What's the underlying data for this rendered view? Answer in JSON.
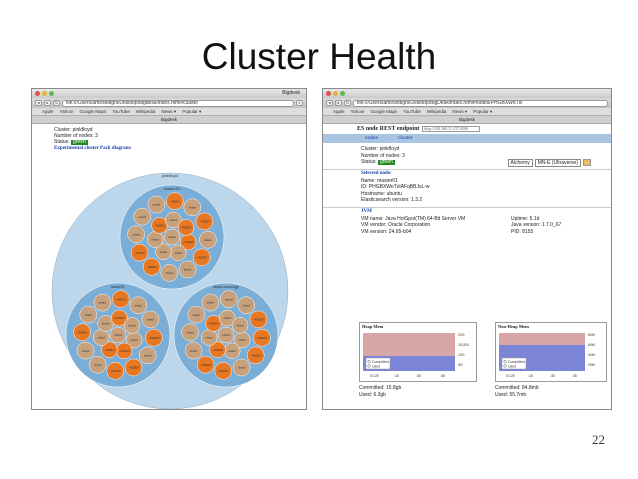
{
  "slide": {
    "title": "Cluster Health",
    "page_number": "22"
  },
  "colors": {
    "circle_outer": "#bcd7ec",
    "circle_inner": "#7aaed6",
    "node_fill": "#e87722",
    "shard_fill": "#c7a07c",
    "heap_committed": "#d7a6a6",
    "heap_used": "#7b84d6",
    "status_green": "#1f8a1f"
  },
  "left": {
    "window_title": "Bigdesk",
    "url": "file:///Users/amirsedighi/Desktop/bigdesk/index.html#cluster",
    "bookmarks": [
      "Apple",
      "Yahoo!",
      "Google Maps",
      "YouTube",
      "Wikipedia",
      "News ▾",
      "Popular ▾"
    ],
    "tab": "Bigdesk",
    "cluster": "Cluster: pinkfloyd",
    "nodes": "Number of nodes: 3",
    "status_label": "Status:",
    "status_value": "green",
    "diagram_title": "Experimental cluster Pack diagram:",
    "pack": {
      "root": "pinkfloyd",
      "groups": [
        "master01",
        "slave01",
        "slave-xmcolgy"
      ],
      "node_label": "~INDEX",
      "shard_label": "shard"
    }
  },
  "right": {
    "window_title": "",
    "url": "file:///Users/amirsedighi/Desktop/BigDesk/index.html#nodes/PHGBXWoTxl",
    "bookmarks": [
      "Apple",
      "Yahoo!",
      "Google Maps",
      "YouTube",
      "Wikipedia",
      "News ▾",
      "Popular ▾"
    ],
    "tab": "Bigdesk",
    "es_header": "ES node REST endpoint",
    "endpoint_value": "http://192.168.11.157:9200",
    "nav": [
      "nodes",
      "cluster"
    ],
    "cluster": "Cluster: pinkfloyd",
    "nodes": "Number of nodes: 3",
    "status_label": "Status:",
    "status_value": "green",
    "selector_a": "Alchemy",
    "selector_b": "MN-E (Ultraverse)",
    "selected_node_title": "Selected node:",
    "node_name": "Name: master01",
    "node_id": "ID: PHGBXWoTxIAFqBBJsL-w",
    "hostname": "Hostname: ubuntu",
    "es_version": "Elasticsearch version: 1.3.2",
    "jvm_title": "JVM",
    "vm_name": "VM name: Java HotSpot(TM) 64-Bit Server VM",
    "vm_vendor": "VM vendor: Oracle Corporation",
    "vm_version": "VM version: 24.65-b04",
    "uptime": "Uptime: 5.1d",
    "java_version": "Java version: 1.7.0_67",
    "pid": "PID: 8155",
    "heap_title": "Heap Mem",
    "nonheap_title": "Non-Heap Mem",
    "legend_committed": "Committed",
    "legend_used": "Used",
    "heap_committed": "Committed: 15.8gb",
    "heap_used": "Used: 6.3gb",
    "nonheap_committed": "Committed: 84.8mb",
    "nonheap_used": "Used: 55.7mb",
    "heap_y_ticks": [
      "20G",
      "15,000",
      "10G",
      "5G"
    ],
    "heap_x_ticks": [
      "01:25",
      ":15",
      ":30",
      ":45"
    ],
    "nonheap_y_ticks": [
      "80M",
      "60M",
      "40M",
      "20M"
    ],
    "nonheap_x_ticks": [
      "01:25",
      ":15",
      ":30",
      ":45"
    ]
  }
}
